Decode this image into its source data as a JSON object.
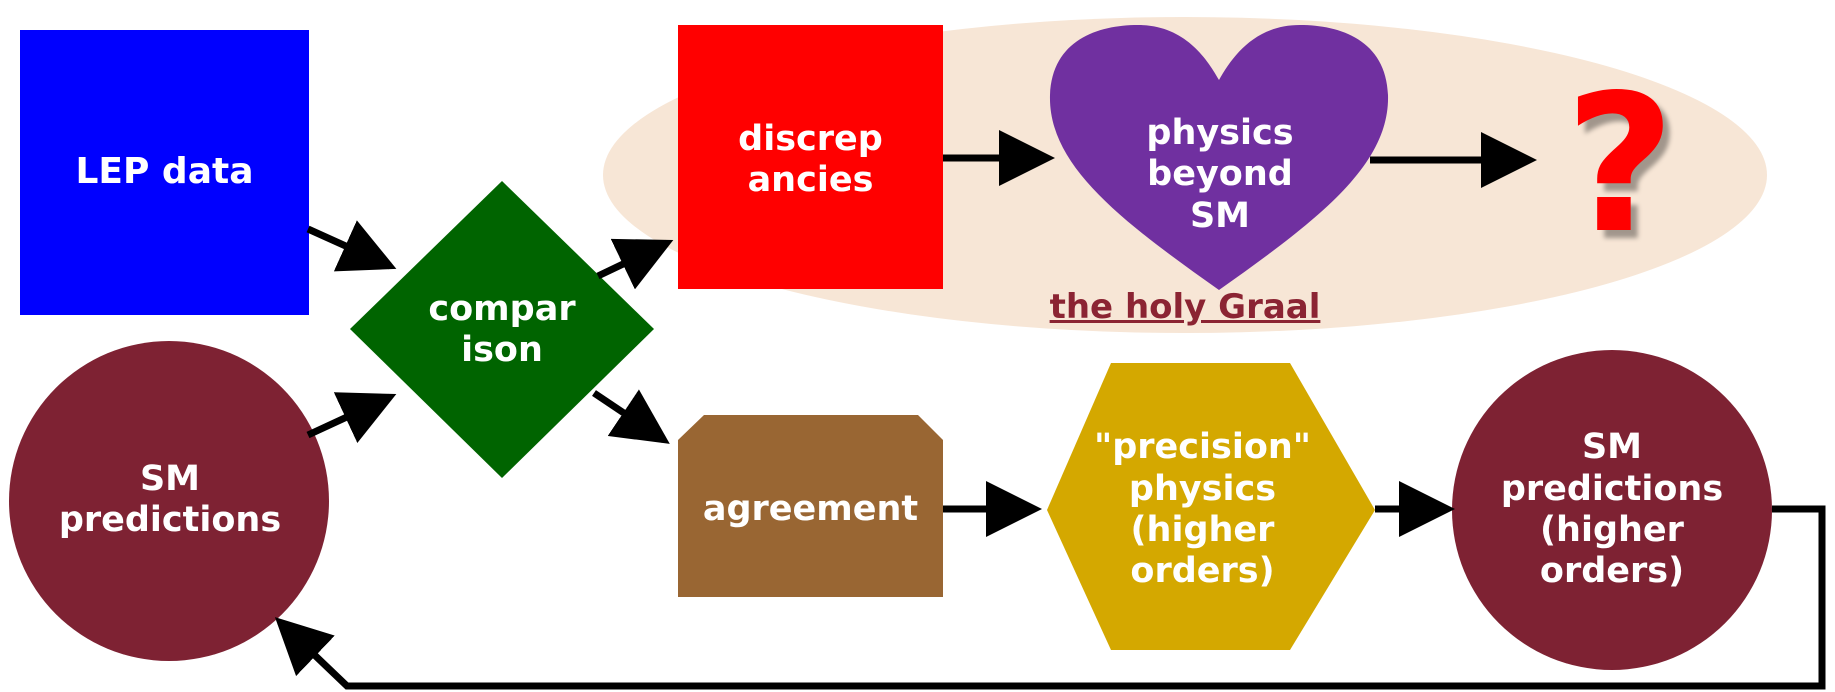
{
  "colors": {
    "lep_data": "#0000ff",
    "comparison": "#006400",
    "sm_predictions": "#7e2233",
    "discrepancies": "#ff0000",
    "physics_beyond": "#7030a0",
    "agreement": "#996633",
    "precision": "#d4a800",
    "sm_higher": "#7e2233",
    "highlight_ellipse": "#f7e6d6",
    "holy_graal_text": "#8b2433",
    "question_mark": "#ff0000",
    "arrows": "#000000"
  },
  "nodes": {
    "lep_data": {
      "label": "LEP data",
      "shape": "rectangle"
    },
    "comparison": {
      "label": "compar\nison",
      "shape": "diamond"
    },
    "sm_predictions": {
      "label": "SM\npredictions",
      "shape": "circle"
    },
    "discrepancies": {
      "label": "discrep\nancies",
      "shape": "rectangle"
    },
    "physics_beyond": {
      "label": "physics\nbeyond\nSM",
      "shape": "heart"
    },
    "question": {
      "label": "?",
      "shape": "text"
    },
    "agreement": {
      "label": "agreement",
      "shape": "snipped-rectangle"
    },
    "precision": {
      "label": "\"precision\"\nphysics\n(higher\norders)",
      "shape": "hexagon"
    },
    "sm_higher": {
      "label": "SM\npredictions\n(higher\norders)",
      "shape": "circle"
    }
  },
  "annotations": {
    "holy_graal": "the holy Graal"
  },
  "edges": [
    {
      "from": "lep_data",
      "to": "comparison"
    },
    {
      "from": "sm_predictions",
      "to": "comparison"
    },
    {
      "from": "comparison",
      "to": "discrepancies"
    },
    {
      "from": "comparison",
      "to": "agreement"
    },
    {
      "from": "discrepancies",
      "to": "physics_beyond"
    },
    {
      "from": "physics_beyond",
      "to": "question"
    },
    {
      "from": "agreement",
      "to": "precision"
    },
    {
      "from": "precision",
      "to": "sm_higher"
    },
    {
      "from": "sm_higher",
      "to": "sm_predictions",
      "routing": "loop-back"
    }
  ]
}
